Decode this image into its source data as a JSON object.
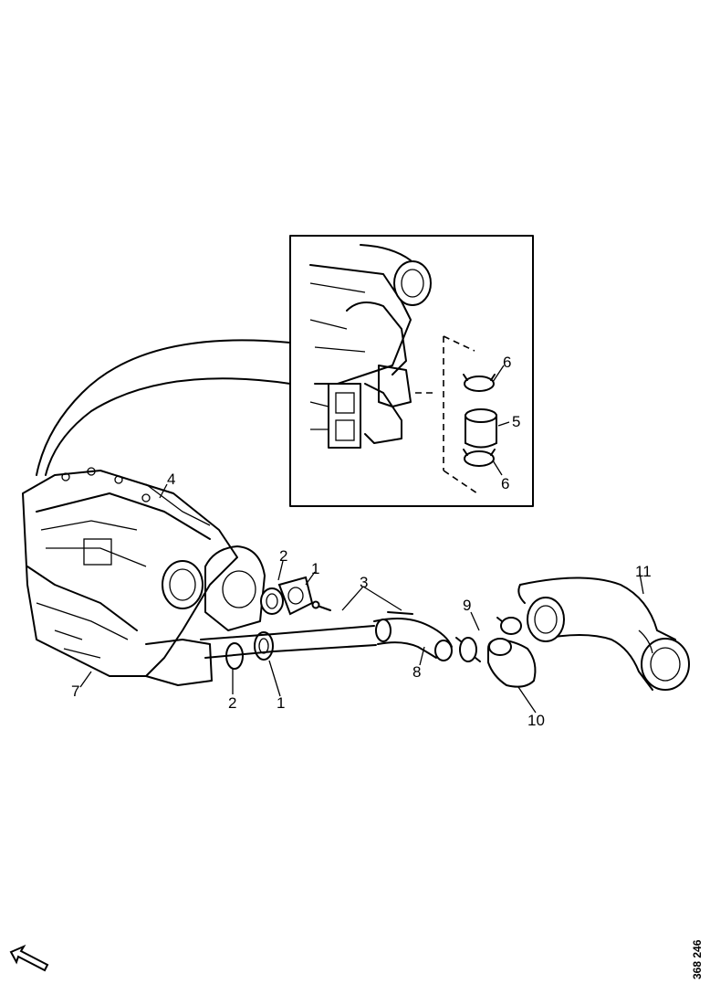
{
  "callouts": {
    "c1a": "1",
    "c1b": "1",
    "c2a": "2",
    "c2b": "2",
    "c3": "3",
    "c4": "4",
    "c6a": "6",
    "c5": "5",
    "c6b": "6",
    "c7": "7",
    "c8": "8",
    "c9": "9",
    "c10": "10",
    "c11": "11"
  },
  "reference_number": "368 246"
}
